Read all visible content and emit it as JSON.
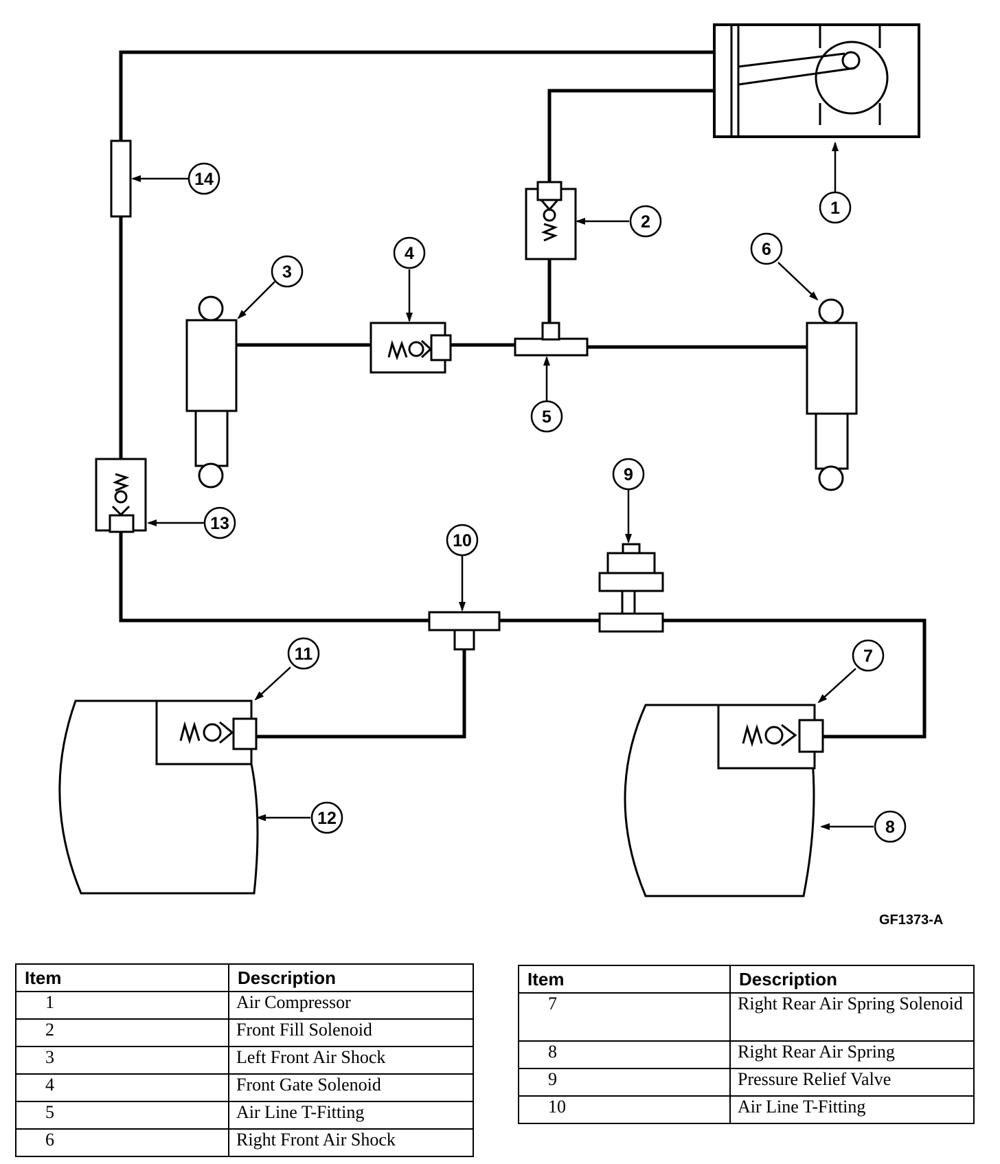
{
  "figure_id": "GF1373-A",
  "callouts": [
    "1",
    "2",
    "3",
    "4",
    "5",
    "6",
    "7",
    "8",
    "9",
    "10",
    "11",
    "12",
    "13",
    "14"
  ],
  "legend_left": {
    "headers": {
      "item": "Item",
      "description": "Description"
    },
    "rows": [
      {
        "item": "1",
        "description": "Air Compressor"
      },
      {
        "item": "2",
        "description": "Front Fill Solenoid"
      },
      {
        "item": "3",
        "description": "Left Front Air Shock"
      },
      {
        "item": "4",
        "description": "Front Gate Solenoid"
      },
      {
        "item": "5",
        "description": "Air Line T-Fitting"
      },
      {
        "item": "6",
        "description": "Right Front Air Shock"
      }
    ]
  },
  "legend_right": {
    "headers": {
      "item": "Item",
      "description": "Description"
    },
    "rows": [
      {
        "item": "7",
        "description": "Right Rear Air Spring Solenoid"
      },
      {
        "item": "8",
        "description": "Right Rear Air Spring"
      },
      {
        "item": "9",
        "description": "Pressure Relief Valve"
      },
      {
        "item": "10",
        "description": "Air Line T-Fitting"
      }
    ]
  }
}
